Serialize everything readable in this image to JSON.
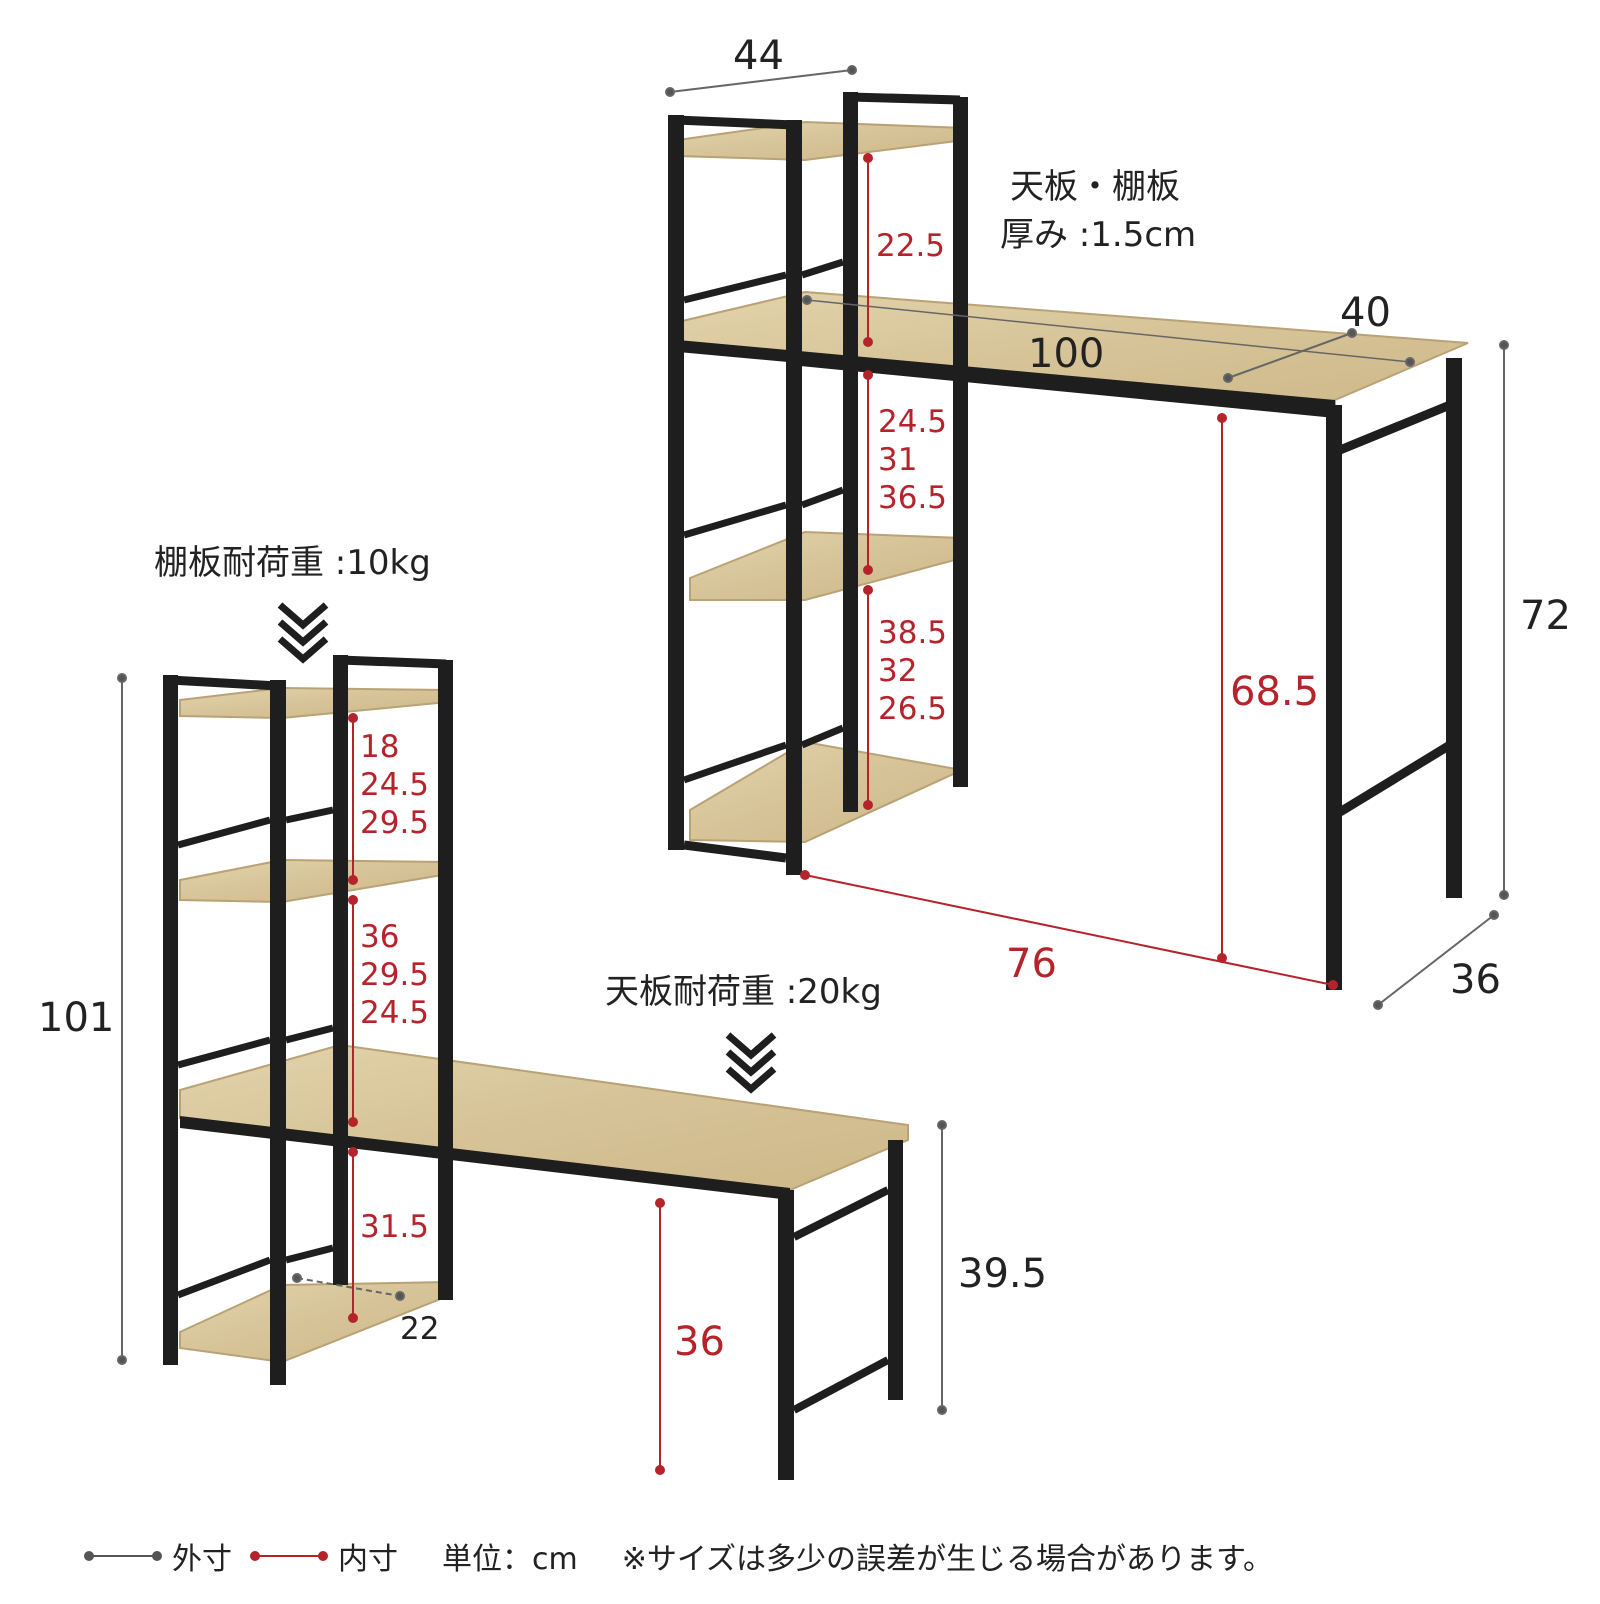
{
  "unit": "cm",
  "desk_high": {
    "outer": {
      "shelf_width": "44",
      "desk_depth": "40",
      "desk_width": "100",
      "height": "72",
      "shelf_depth": "36"
    },
    "inner": {
      "top_shelf": "22.5",
      "upper": [
        "24.5",
        "31",
        "36.5"
      ],
      "lower": [
        "38.5",
        "32",
        "26.5"
      ],
      "knee_height": "68.5",
      "knee_width": "76"
    },
    "thickness_note": [
      "天板・棚板",
      "厚み :1.5cm"
    ]
  },
  "desk_low": {
    "shelf_load": "棚板耐荷重 :10kg",
    "top_load": "天板耐荷重 :20kg",
    "outer": {
      "height": "101",
      "desk_height": "39.5",
      "bottom_depth": "22"
    },
    "inner": {
      "upper": [
        "18",
        "24.5",
        "29.5"
      ],
      "middle": [
        "36",
        "29.5",
        "24.5"
      ],
      "bottom": "31.5",
      "knee_height": "36"
    }
  },
  "legend": {
    "outer_label": "外寸",
    "inner_label": "内寸",
    "unit_label": "単位：cm",
    "disclaimer": "※サイズは多少の誤差が生じる場合があります。"
  },
  "colors": {
    "frame": "#1e1e1e",
    "wood": "#d9c69c",
    "wood_edge": "#c8b284",
    "inner_dim": "#b5232b",
    "outer_dim": "#555555"
  }
}
